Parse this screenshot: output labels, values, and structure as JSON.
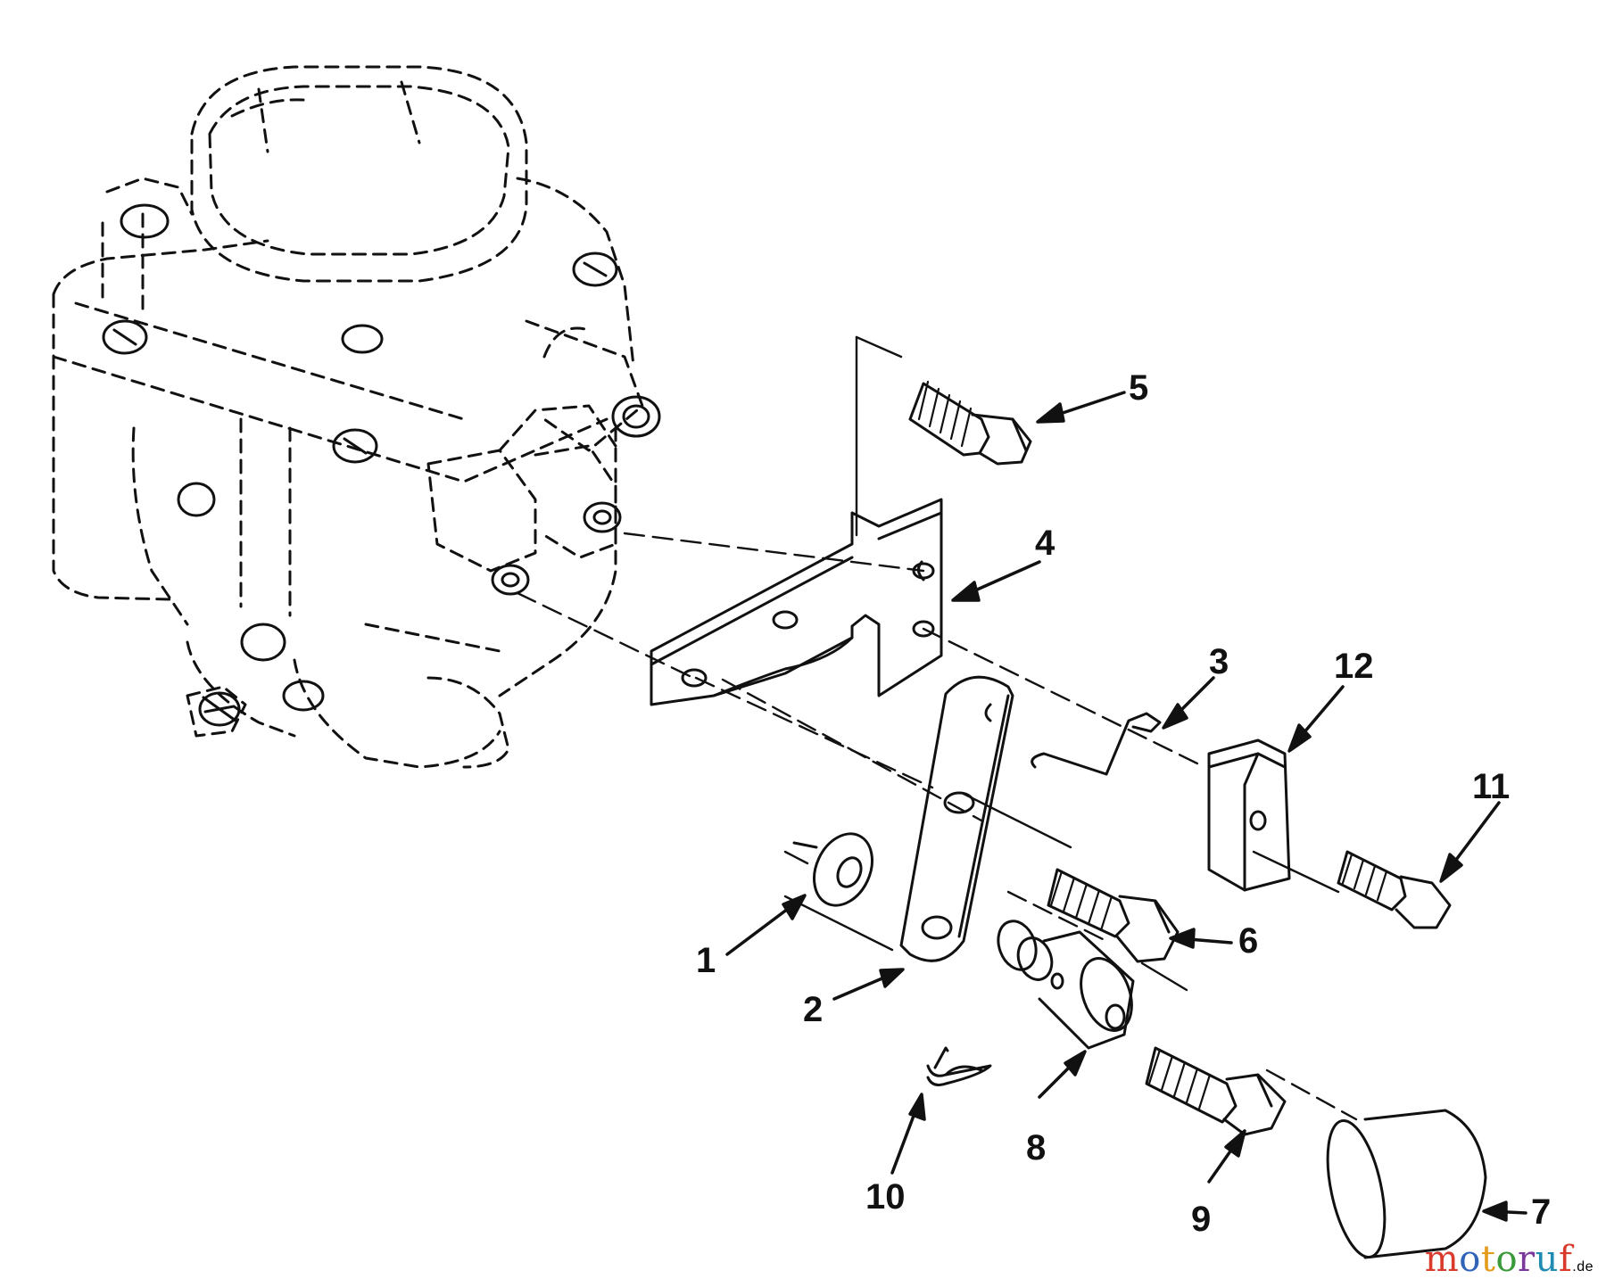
{
  "diagram": {
    "callouts": [
      "1",
      "2",
      "3",
      "4",
      "5",
      "6",
      "7",
      "8",
      "9",
      "10",
      "11",
      "12"
    ]
  },
  "watermark": {
    "letters": [
      "m",
      "o",
      "t",
      "o",
      "r",
      "u",
      "f"
    ],
    "letter_colors": [
      "#d93a2b",
      "#2e63b8",
      "#e39b1b",
      "#3a9a3a",
      "#7a3a9a",
      "#1f8bb3",
      "#d93a2b"
    ],
    "suffix": ".de"
  }
}
